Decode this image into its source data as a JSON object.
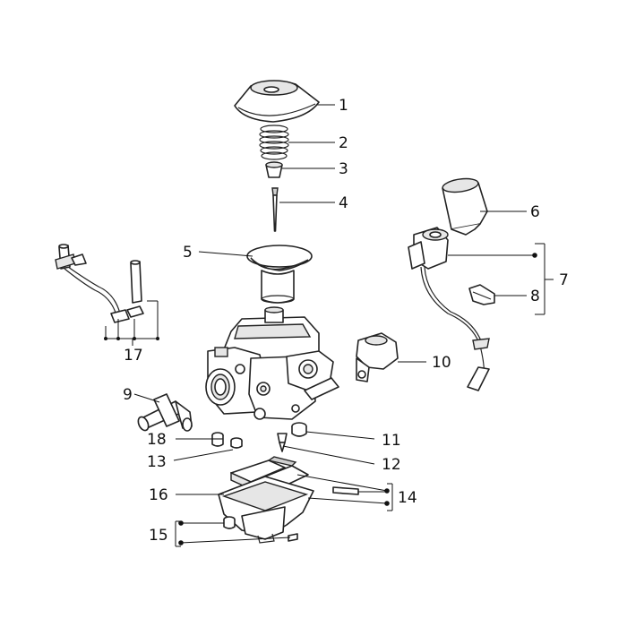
{
  "callouts": {
    "c1": "1",
    "c2": "2",
    "c3": "3",
    "c4": "4",
    "c5": "5",
    "c6": "6",
    "c7": "7",
    "c8": "8",
    "c9": "9",
    "c10": "10",
    "c11": "11",
    "c12": "12",
    "c13": "13",
    "c14": "14",
    "c15": "15",
    "c16": "16",
    "c17": "17",
    "c18": "18"
  },
  "colors": {
    "line": "#222222",
    "background": "#ffffff"
  }
}
